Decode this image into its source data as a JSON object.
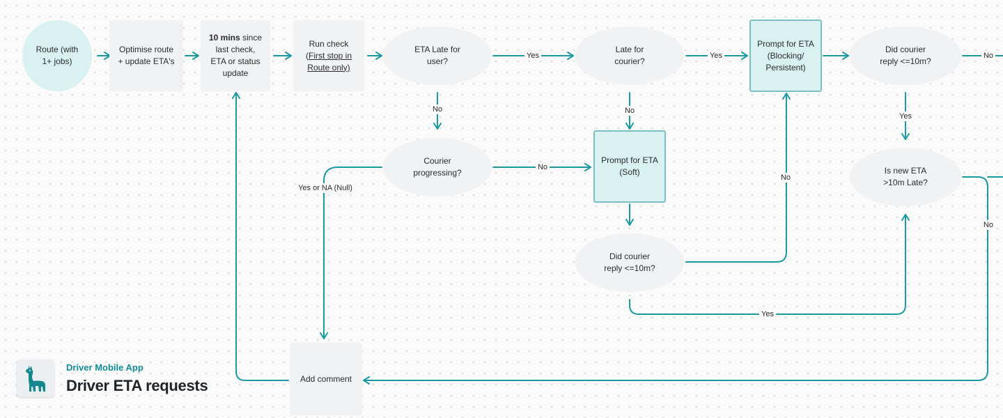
{
  "brand": {
    "subtitle": "Driver Mobile App",
    "title": "Driver ETA requests",
    "logo_icon": "llama-icon"
  },
  "colors": {
    "edge": "#1a9aa0",
    "node": "#f0f2f3",
    "highlight": "#d9f1f1",
    "highlight_border": "#7bbec3"
  },
  "nodes": {
    "route": "Route (with\n1+ jobs)",
    "optimise": "Optimise route\n+ update ETA's",
    "ten_mins_bold": "10 mins",
    "ten_mins_rest": " since\nlast check,\nETA or status\nupdate",
    "run_check_top": "Run check",
    "run_check_paren_open": "(",
    "run_check_link": "First stop in\nRoute only)",
    "eta_late": "ETA Late for\nuser?",
    "late_courier": "Late for\ncourier?",
    "prompt_blocking": "Prompt for ETA\n(Blocking/\nPersistent)",
    "did_reply_top": "Did courier\nreply <=10m?",
    "courier_progressing": "Courier\nprogressing?",
    "prompt_soft": "Prompt for ETA\n(Soft)",
    "did_reply_bottom": "Did courier\nreply <=10m?",
    "new_eta_late": "Is new ETA\n>10m Late?",
    "add_comment": "Add comment"
  },
  "edge_labels": {
    "yes_1": "Yes",
    "yes_2": "Yes",
    "no_far_right": "No",
    "no_eta_late": "No",
    "no_late_courier": "No",
    "no_progressing": "No",
    "yes_or_na": "Yes or NA (Null)",
    "no_blocking_return": "No",
    "yes_reply_top": "Yes",
    "no_new_eta": "No",
    "yes_bottom": "Yes"
  }
}
